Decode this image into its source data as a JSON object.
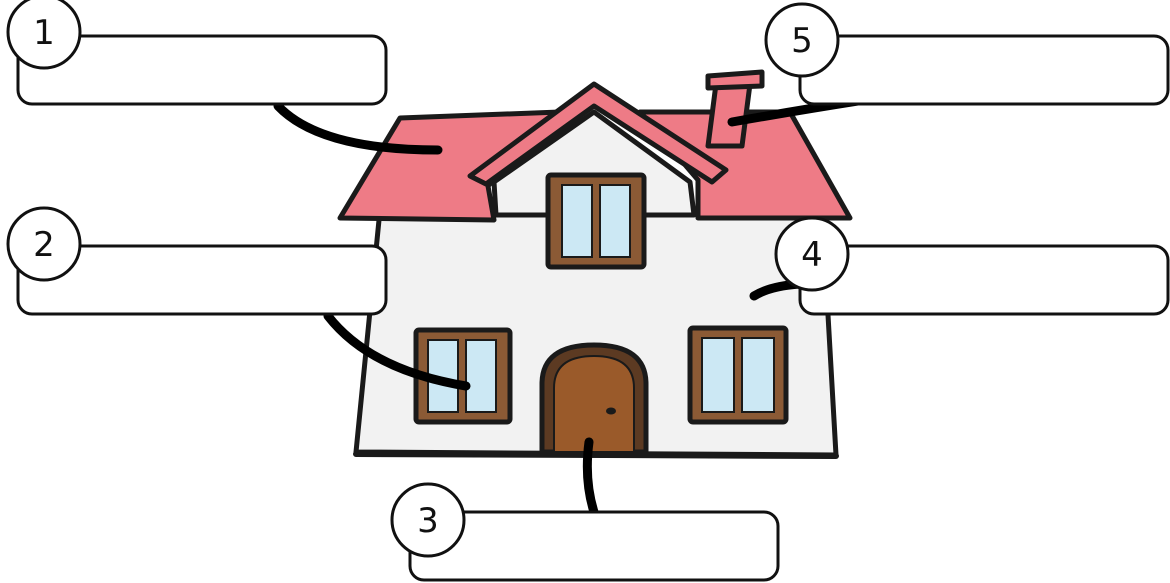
{
  "callouts": [
    {
      "id": "1",
      "number": "1",
      "answer": ""
    },
    {
      "id": "2",
      "number": "2",
      "answer": ""
    },
    {
      "id": "3",
      "number": "3",
      "answer": ""
    },
    {
      "id": "4",
      "number": "4",
      "answer": ""
    },
    {
      "id": "5",
      "number": "5",
      "answer": ""
    }
  ],
  "colors": {
    "roof": "#ee7b86",
    "wall": "#f2f2f2",
    "window_frame": "#8b5a35",
    "window_glass": "#cce8f4",
    "door": "#9a5a2a",
    "outline": "#1a1a1a"
  },
  "icons": {
    "house": "house-illustration"
  }
}
